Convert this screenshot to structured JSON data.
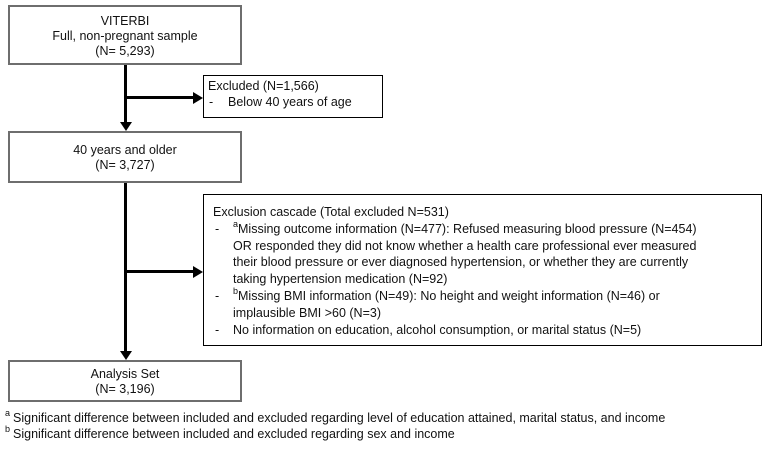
{
  "diagram": {
    "flow_boxes": {
      "sample": {
        "line1": "VITERBI",
        "line2": "Full, non-pregnant sample",
        "line3": "(N= 5,293)"
      },
      "age40": {
        "line1": "40 years and older",
        "line2": "(N= 3,727)"
      },
      "analysis": {
        "line1": "Analysis Set",
        "line2": "(N= 3,196)"
      }
    },
    "excluded_box": {
      "title": "Excluded (N=1,566)",
      "item_marker": "-",
      "item_text": "Below 40 years of age"
    },
    "cascade_box": {
      "title": "Exclusion cascade (Total excluded N=531)",
      "items": [
        {
          "marker": "-",
          "sup": "a",
          "text": "Missing outcome information (N=477): Refused measuring blood pressure (N=454)\nOR responded they did not know whether a health care professional ever measured\ntheir blood pressure or ever diagnosed hypertension, or whether they are currently\ntaking hypertension medication (N=92)"
        },
        {
          "marker": "-",
          "sup": "b",
          "text": "Missing BMI information (N=49): No height and weight information (N=46) or\nimplausible BMI >60 (N=3)"
        },
        {
          "marker": "-",
          "sup": "",
          "text": "No information on education, alcohol consumption, or marital status (N=5)"
        }
      ]
    },
    "footnotes": [
      {
        "sup": "a",
        "text": "Significant difference between included and excluded regarding level of education attained, marital status, and income"
      },
      {
        "sup": "b",
        "text": "Significant difference between included and excluded regarding sex and income"
      }
    ],
    "colors": {
      "flow_box_border": "#6e6e6e",
      "side_box_border": "#000000",
      "arrow": "#000000",
      "text": "#111111",
      "background": "#ffffff"
    }
  }
}
